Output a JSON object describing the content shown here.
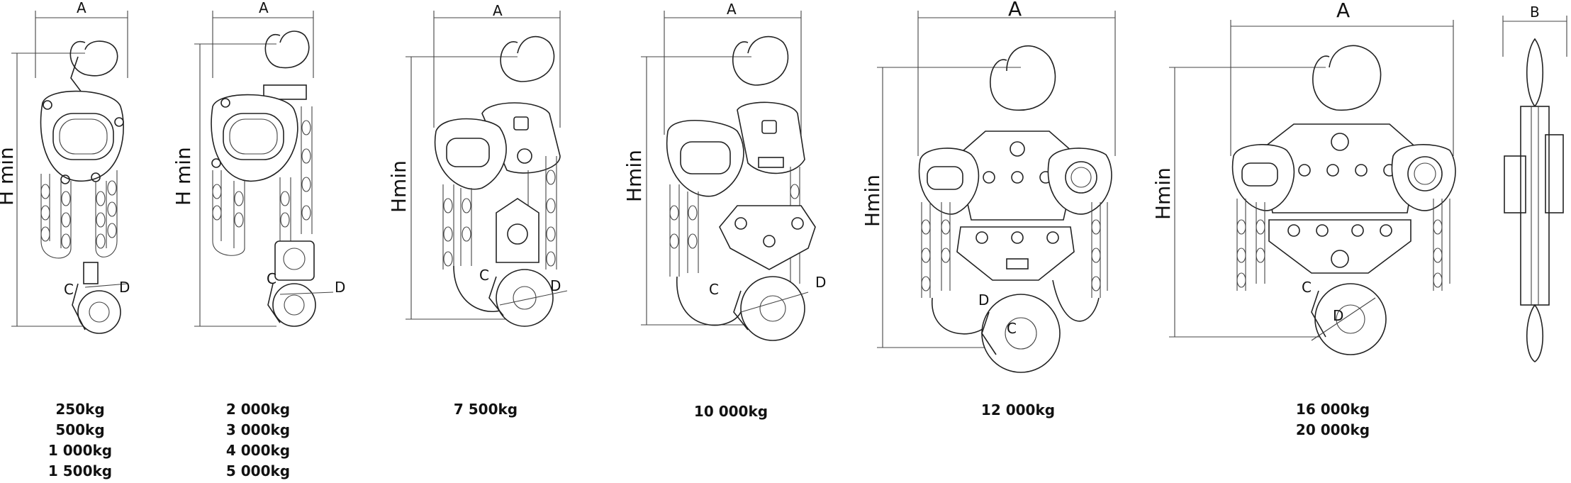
{
  "figures": [
    {
      "id": "fig1",
      "labels": {
        "a": "A",
        "h": "H min",
        "c": "C",
        "d": "D"
      },
      "capacities": [
        "250kg",
        "500kg",
        "1 000kg",
        "1 500kg"
      ]
    },
    {
      "id": "fig2",
      "labels": {
        "a": "A",
        "h": "H min",
        "c": "C",
        "d": "D"
      },
      "capacities": [
        "2 000kg",
        "3 000kg",
        "4 000kg",
        "5 000kg"
      ]
    },
    {
      "id": "fig3",
      "labels": {
        "a": "A",
        "h": "Hmin",
        "c": "C",
        "d": "D"
      },
      "capacities": [
        "7 500kg"
      ]
    },
    {
      "id": "fig4",
      "labels": {
        "a": "A",
        "h": "Hmin",
        "c": "C",
        "d": "D"
      },
      "capacities": [
        "10 000kg"
      ]
    },
    {
      "id": "fig5",
      "labels": {
        "a": "A",
        "h": "Hmin",
        "c": "C",
        "d": "D"
      },
      "capacities": [
        "12 000kg"
      ]
    },
    {
      "id": "fig6",
      "labels": {
        "a": "A",
        "h": "Hmin",
        "c": "C",
        "d": "D"
      },
      "capacities": [
        "16 000kg",
        "20 000kg"
      ]
    },
    {
      "id": "fig7",
      "labels": {
        "b": "B"
      },
      "capacities": []
    }
  ]
}
